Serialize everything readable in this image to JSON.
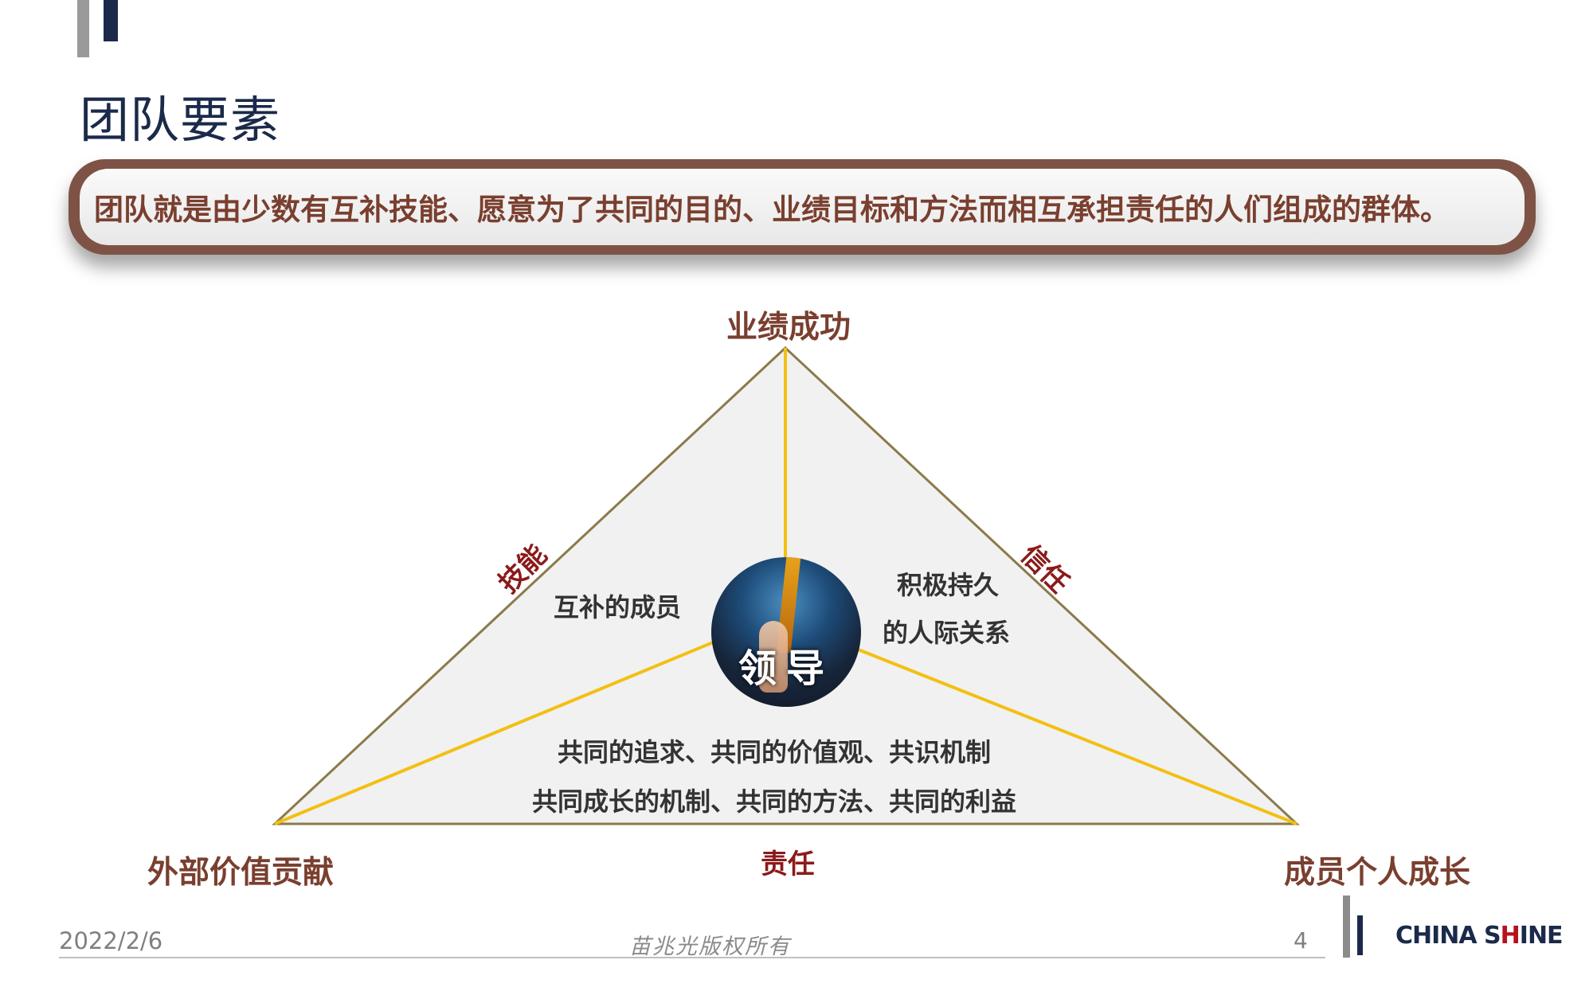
{
  "title": "团队要素",
  "definition": "团队就是由少数有互补技能、愿意为了共同的目的、业绩目标和方法而相互承担责任的人们组成的群体。",
  "diagram": {
    "vertices": {
      "top": "业绩成功",
      "left": "外部价值贡献",
      "right": "成员个人成长"
    },
    "edges": {
      "left": "技能",
      "right": "信任",
      "bottom": "责任"
    },
    "regions": {
      "left": "互补的成员",
      "right_line1": "积极持久",
      "right_line2": "的人际关系",
      "bottom_line1": "共同的追求、共同的价值观、共识机制",
      "bottom_line2": "共同成长的机制、共同的方法、共同的利益"
    },
    "center": "领导",
    "colors": {
      "outline": "#8b7a4a",
      "spokes": "#f2c012",
      "fill": "#f1f1f1"
    }
  },
  "footer": {
    "date": "2022/2/6",
    "copyright": "苗兆光版权所有",
    "page": "4",
    "logo_left": "CHINA S",
    "logo_mark": "H",
    "logo_right": "INE"
  }
}
